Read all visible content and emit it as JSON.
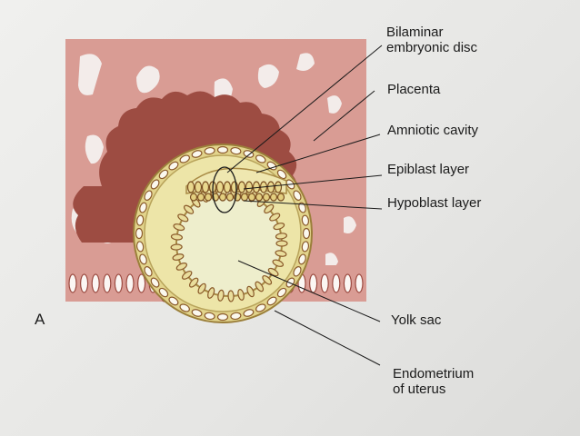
{
  "panel_letter": "A",
  "labels": {
    "bilaminar_1": "Bilaminar",
    "bilaminar_2": "embryonic disc",
    "placenta": "Placenta",
    "amniotic": "Amniotic cavity",
    "epiblast": "Epiblast layer",
    "hypoblast": "Hypoblast layer",
    "yolk": "Yolk sac",
    "endometrium_1": "Endometrium",
    "endometrium_2": "of uterus"
  },
  "colors": {
    "endometrium": "#d79a92",
    "endometrium_dark": "#b96f67",
    "placenta": "#9b4a40",
    "yolk": "#ecebc2",
    "shell": "#d8c97a",
    "cell_outline": "#8a5a2a",
    "line": "#1a1a1a"
  }
}
